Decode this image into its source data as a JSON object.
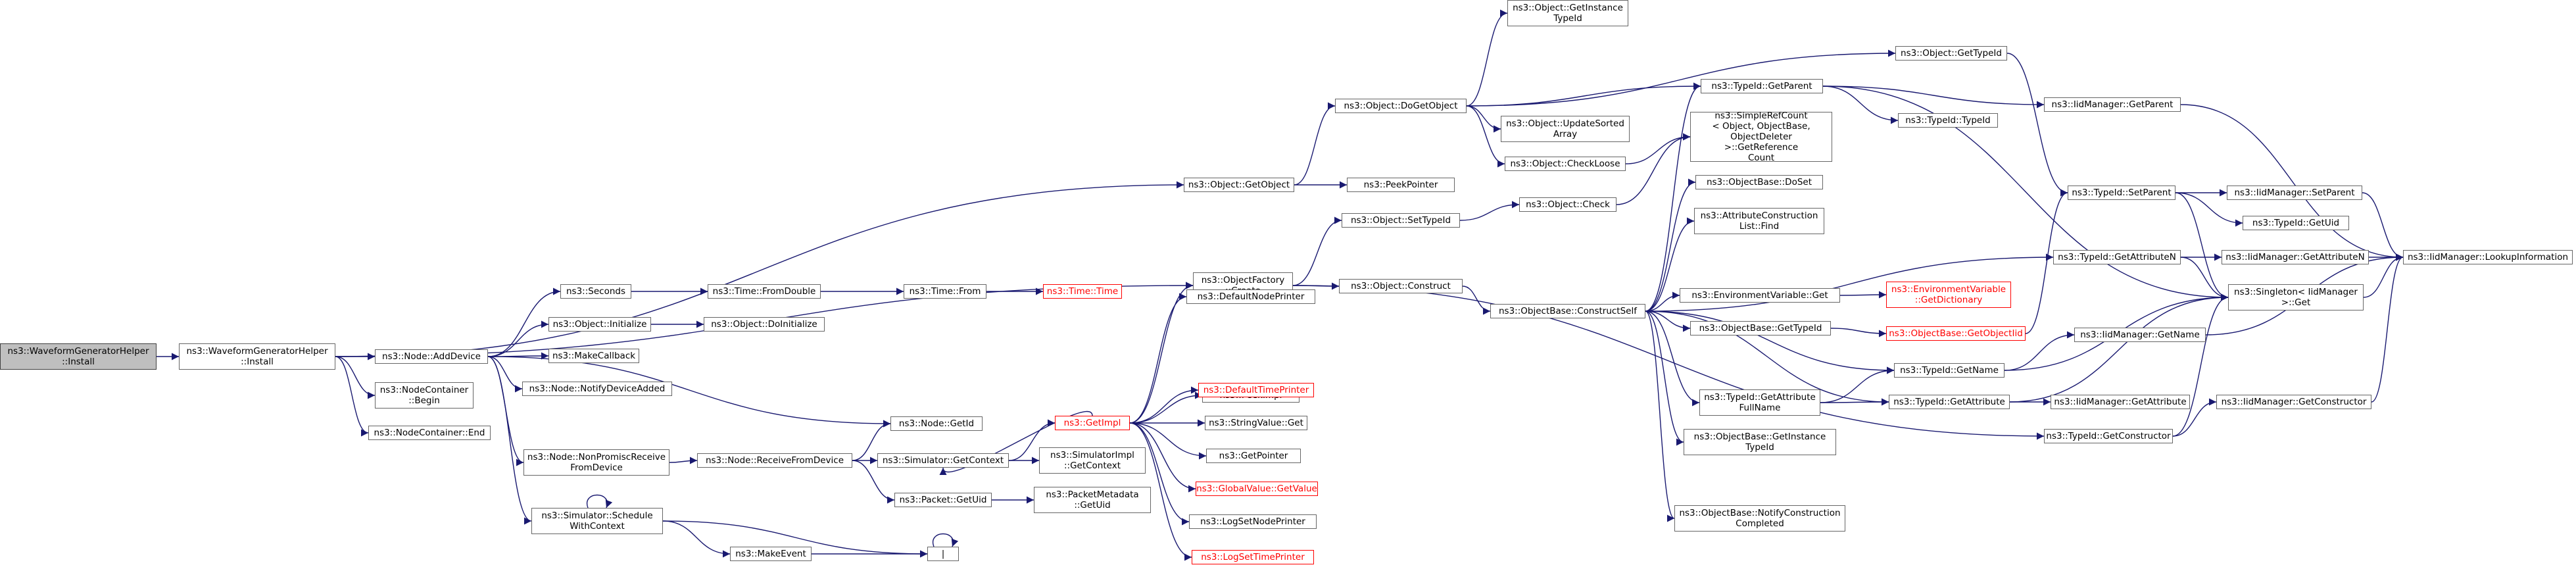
{
  "colors": {
    "edge": "#191970",
    "node_border": "#666666",
    "root_fill": "#bfbfbf",
    "truncated_border": "#ff0000"
  },
  "nodes": {
    "wgh_install_root": "ns3::WaveformGeneratorHelper\n::Install",
    "wgh_install": "ns3::WaveformGeneratorHelper\n::Install",
    "node_adddevice": "ns3::Node::AddDevice",
    "nodecontainer_begin": "ns3::NodeContainer\n::Begin",
    "nodecontainer_end": "ns3::NodeContainer::End",
    "seconds": "ns3::Seconds",
    "object_initialize": "ns3::Object::Initialize",
    "makecallback": "ns3::MakeCallback",
    "node_notifydeviceadded": "ns3::Node::NotifyDeviceAdded",
    "node_getid": "ns3::Node::GetId",
    "node_nonpromiscreceivefromdevice": "ns3::Node::NonPromiscReceive\nFromDevice",
    "simulator_schedulewithcontext": "ns3::Simulator::Schedule\nWithContext",
    "time_fromdouble": "ns3::Time::FromDouble",
    "object_doinitialize": "ns3::Object::DoInitialize",
    "node_receivefromdevice": "ns3::Node::ReceiveFromDevice",
    "makeevent": "ns3::MakeEvent",
    "time_from": "ns3::Time::From",
    "time_time": "ns3::Time::Time",
    "simulator_getcontext": "ns3::Simulator::GetContext",
    "packet_getuid": "ns3::Packet::GetUid",
    "pipe": "|",
    "object_getobject": "ns3::Object::GetObject",
    "objectfactory_create": "ns3::ObjectFactory\n::Create",
    "getimpl": "ns3::GetImpl",
    "simulatorimpl_getcontext": "ns3::SimulatorImpl\n::GetContext",
    "packetmetadata_getuid": "ns3::PacketMetadata\n::GetUid",
    "object_dogetobject": "ns3::Object::DoGetObject",
    "peekpointer": "ns3::PeekPointer",
    "object_settypeid": "ns3::Object::SetTypeId",
    "object_construct": "ns3::Object::Construct",
    "defaultnodeprinter": "ns3::DefaultNodePrinter",
    "peekimpl": "ns3::PeekImpl",
    "defaulttimeprinter": "ns3::DefaultTimePrinter",
    "stringvalue_get": "ns3::StringValue::Get",
    "getpointer": "ns3::GetPointer",
    "globalvalue_getvalue": "ns3::GlobalValue::GetValue",
    "logsetnodeprinter": "ns3::LogSetNodePrinter",
    "logsettimeprinter": "ns3::LogSetTimePrinter",
    "object_getinstancetypeid": "ns3::Object::GetInstance\nTypeId",
    "object_updatesortedarray": "ns3::Object::UpdateSorted\nArray",
    "object_checkloose": "ns3::Object::CheckLoose",
    "object_check": "ns3::Object::Check",
    "objectbase_constructself": "ns3::ObjectBase::ConstructSelf",
    "typeid_getparent": "ns3::TypeId::GetParent",
    "simplerefcount_getreferencecount": "ns3::SimpleRefCount\n< Object, ObjectBase,\nObjectDeleter >::GetReference\nCount",
    "objectbase_doset": "ns3::ObjectBase::DoSet",
    "attributeconstructionlist_find": "ns3::AttributeConstruction\nList::Find",
    "environmentvariable_get": "ns3::EnvironmentVariable::Get",
    "objectbase_gettypeid": "ns3::ObjectBase::GetTypeId",
    "typeid_getattributefullname": "ns3::TypeId::GetAttribute\nFullName",
    "objectbase_getinstancetypeid": "ns3::ObjectBase::GetInstance\nTypeId",
    "objectbase_notifyconstructioncompleted": "ns3::ObjectBase::NotifyConstruction\nCompleted",
    "object_gettypeid": "ns3::Object::GetTypeId",
    "typeid_typeid": "ns3::TypeId::TypeId",
    "environmentvariable_getdictionary": "ns3::EnvironmentVariable\n::GetDictionary",
    "objectbase_getobjectiid": "ns3::ObjectBase::GetObjectIid",
    "typeid_getname": "ns3::TypeId::GetName",
    "typeid_getattribute": "ns3::TypeId::GetAttribute",
    "typeid_getconstructor": "ns3::TypeId::GetConstructor",
    "iidmanager_getparent": "ns3::IidManager::GetParent",
    "typeid_setparent": "ns3::TypeId::SetParent",
    "typeid_getattributen": "ns3::TypeId::GetAttributeN",
    "iidmanager_getname": "ns3::IidManager::GetName",
    "iidmanager_getattribute": "ns3::IidManager::GetAttribute",
    "iidmanager_setparent": "ns3::IidManager::SetParent",
    "typeid_getuid": "ns3::TypeId::GetUid",
    "iidmanager_getattributen": "ns3::IidManager::GetAttributeN",
    "singleton_get": "ns3::Singleton< IidManager\n >::Get",
    "iidmanager_getconstructor": "ns3::IidManager::GetConstructor",
    "iidmanager_lookupinformation": "ns3::IidManager::LookupInformation"
  }
}
